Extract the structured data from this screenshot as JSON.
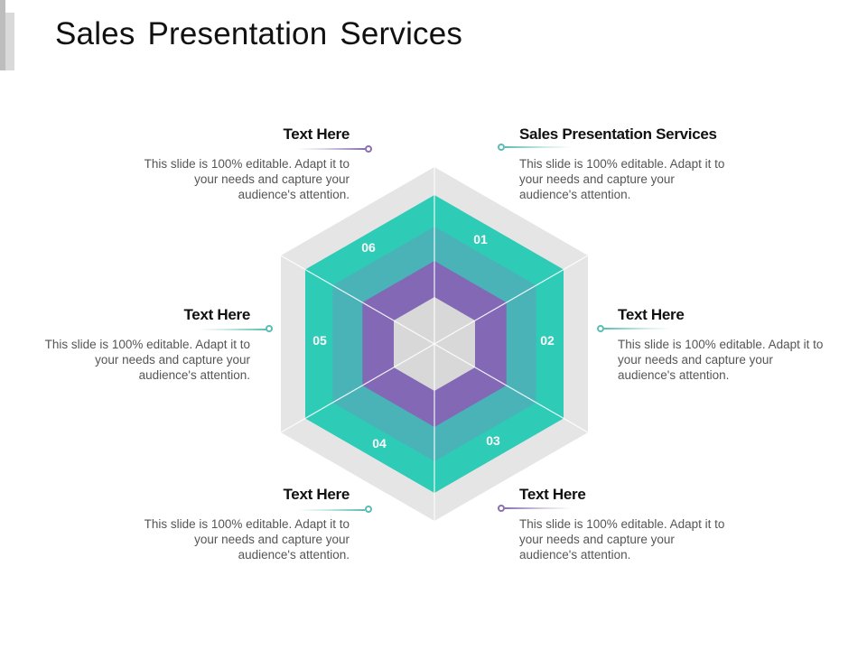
{
  "slide": {
    "title": "Sales Presentation Services"
  },
  "colors": {
    "outer_gray": "#e6e5e6",
    "teal": "#2ecbb6",
    "teal_dark": "#49b3b8",
    "purple": "#8368b6",
    "inner_gray": "#d8d8d8",
    "teal_dot": "#5bbdb5",
    "purple_dot": "#8a70b0"
  },
  "diagram": {
    "segments": [
      {
        "id": "01",
        "label": "01"
      },
      {
        "id": "02",
        "label": "02"
      },
      {
        "id": "03",
        "label": "03"
      },
      {
        "id": "04",
        "label": "04"
      },
      {
        "id": "05",
        "label": "05"
      },
      {
        "id": "06",
        "label": "06"
      }
    ]
  },
  "blocks": [
    {
      "position": "top-right",
      "heading": "Sales Presentation Services",
      "body": "This slide is 100% editable. Adapt it to your needs and capture your audience's attention."
    },
    {
      "position": "middle-right",
      "heading": "Text Here",
      "body": "This slide is 100% editable. Adapt it to your needs and capture your audience's attention."
    },
    {
      "position": "bottom-right",
      "heading": "Text Here",
      "body": "This slide is 100% editable. Adapt it to your needs and capture your audience's attention."
    },
    {
      "position": "bottom-left",
      "heading": "Text Here",
      "body": "This slide is 100% editable. Adapt it to your needs and capture your audience's attention."
    },
    {
      "position": "middle-left",
      "heading": "Text Here",
      "body": "This slide is 100% editable. Adapt it to your needs and capture your audience's attention."
    },
    {
      "position": "top-left",
      "heading": "Text Here",
      "body": "This slide is 100% editable. Adapt it to your needs and capture your audience's attention."
    }
  ]
}
